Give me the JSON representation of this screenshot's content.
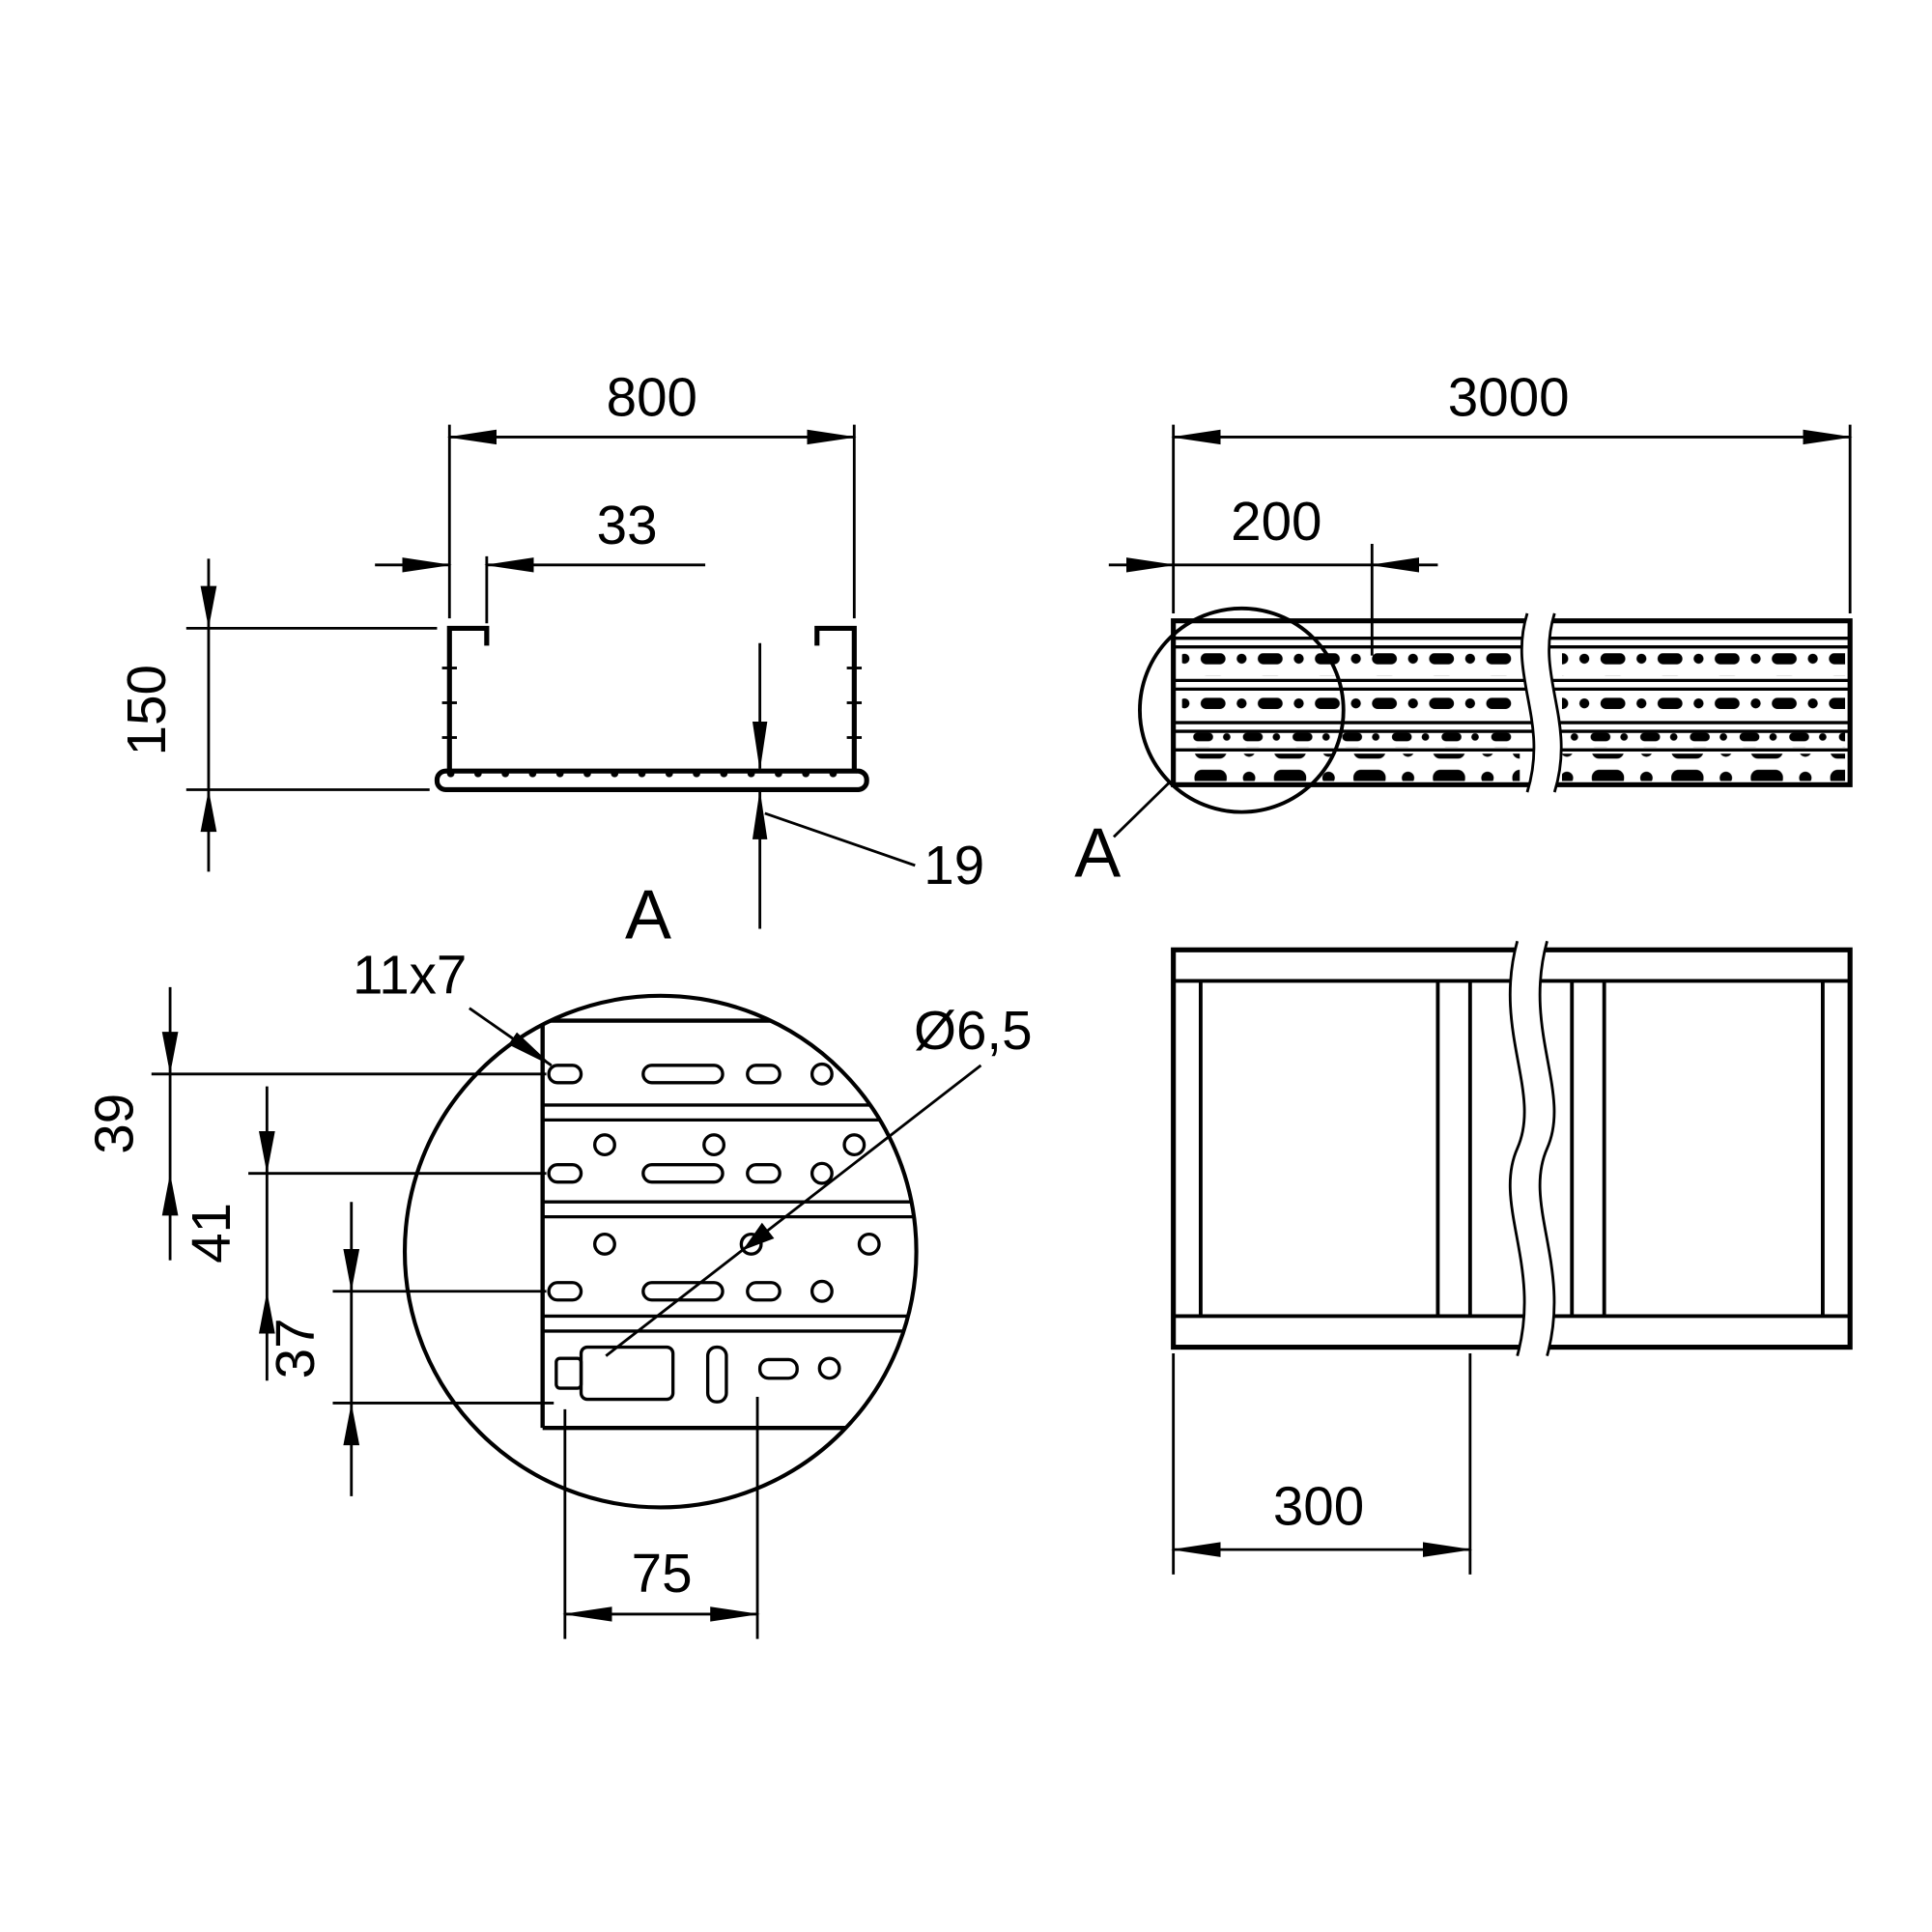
{
  "drawing": {
    "background_color": "#ffffff",
    "line_color": "#000000",
    "cross_section_view": {
      "dim_width": "800",
      "dim_flange_return": "33",
      "dim_height": "150",
      "dim_base_thickness": "19"
    },
    "side_view": {
      "dim_length": "3000",
      "dim_perforation_offset": "200",
      "detail_ref_label": "A"
    },
    "detail_view": {
      "title": "A",
      "dim_slot_size": "11x7",
      "dim_hole_diameter": "Ø6,5",
      "dim_row_pitch_1": "39",
      "dim_row_pitch_2": "41",
      "dim_row_pitch_3": "37",
      "dim_slot_spacing": "75"
    },
    "plan_view": {
      "dim_rung_spacing": "300"
    }
  }
}
